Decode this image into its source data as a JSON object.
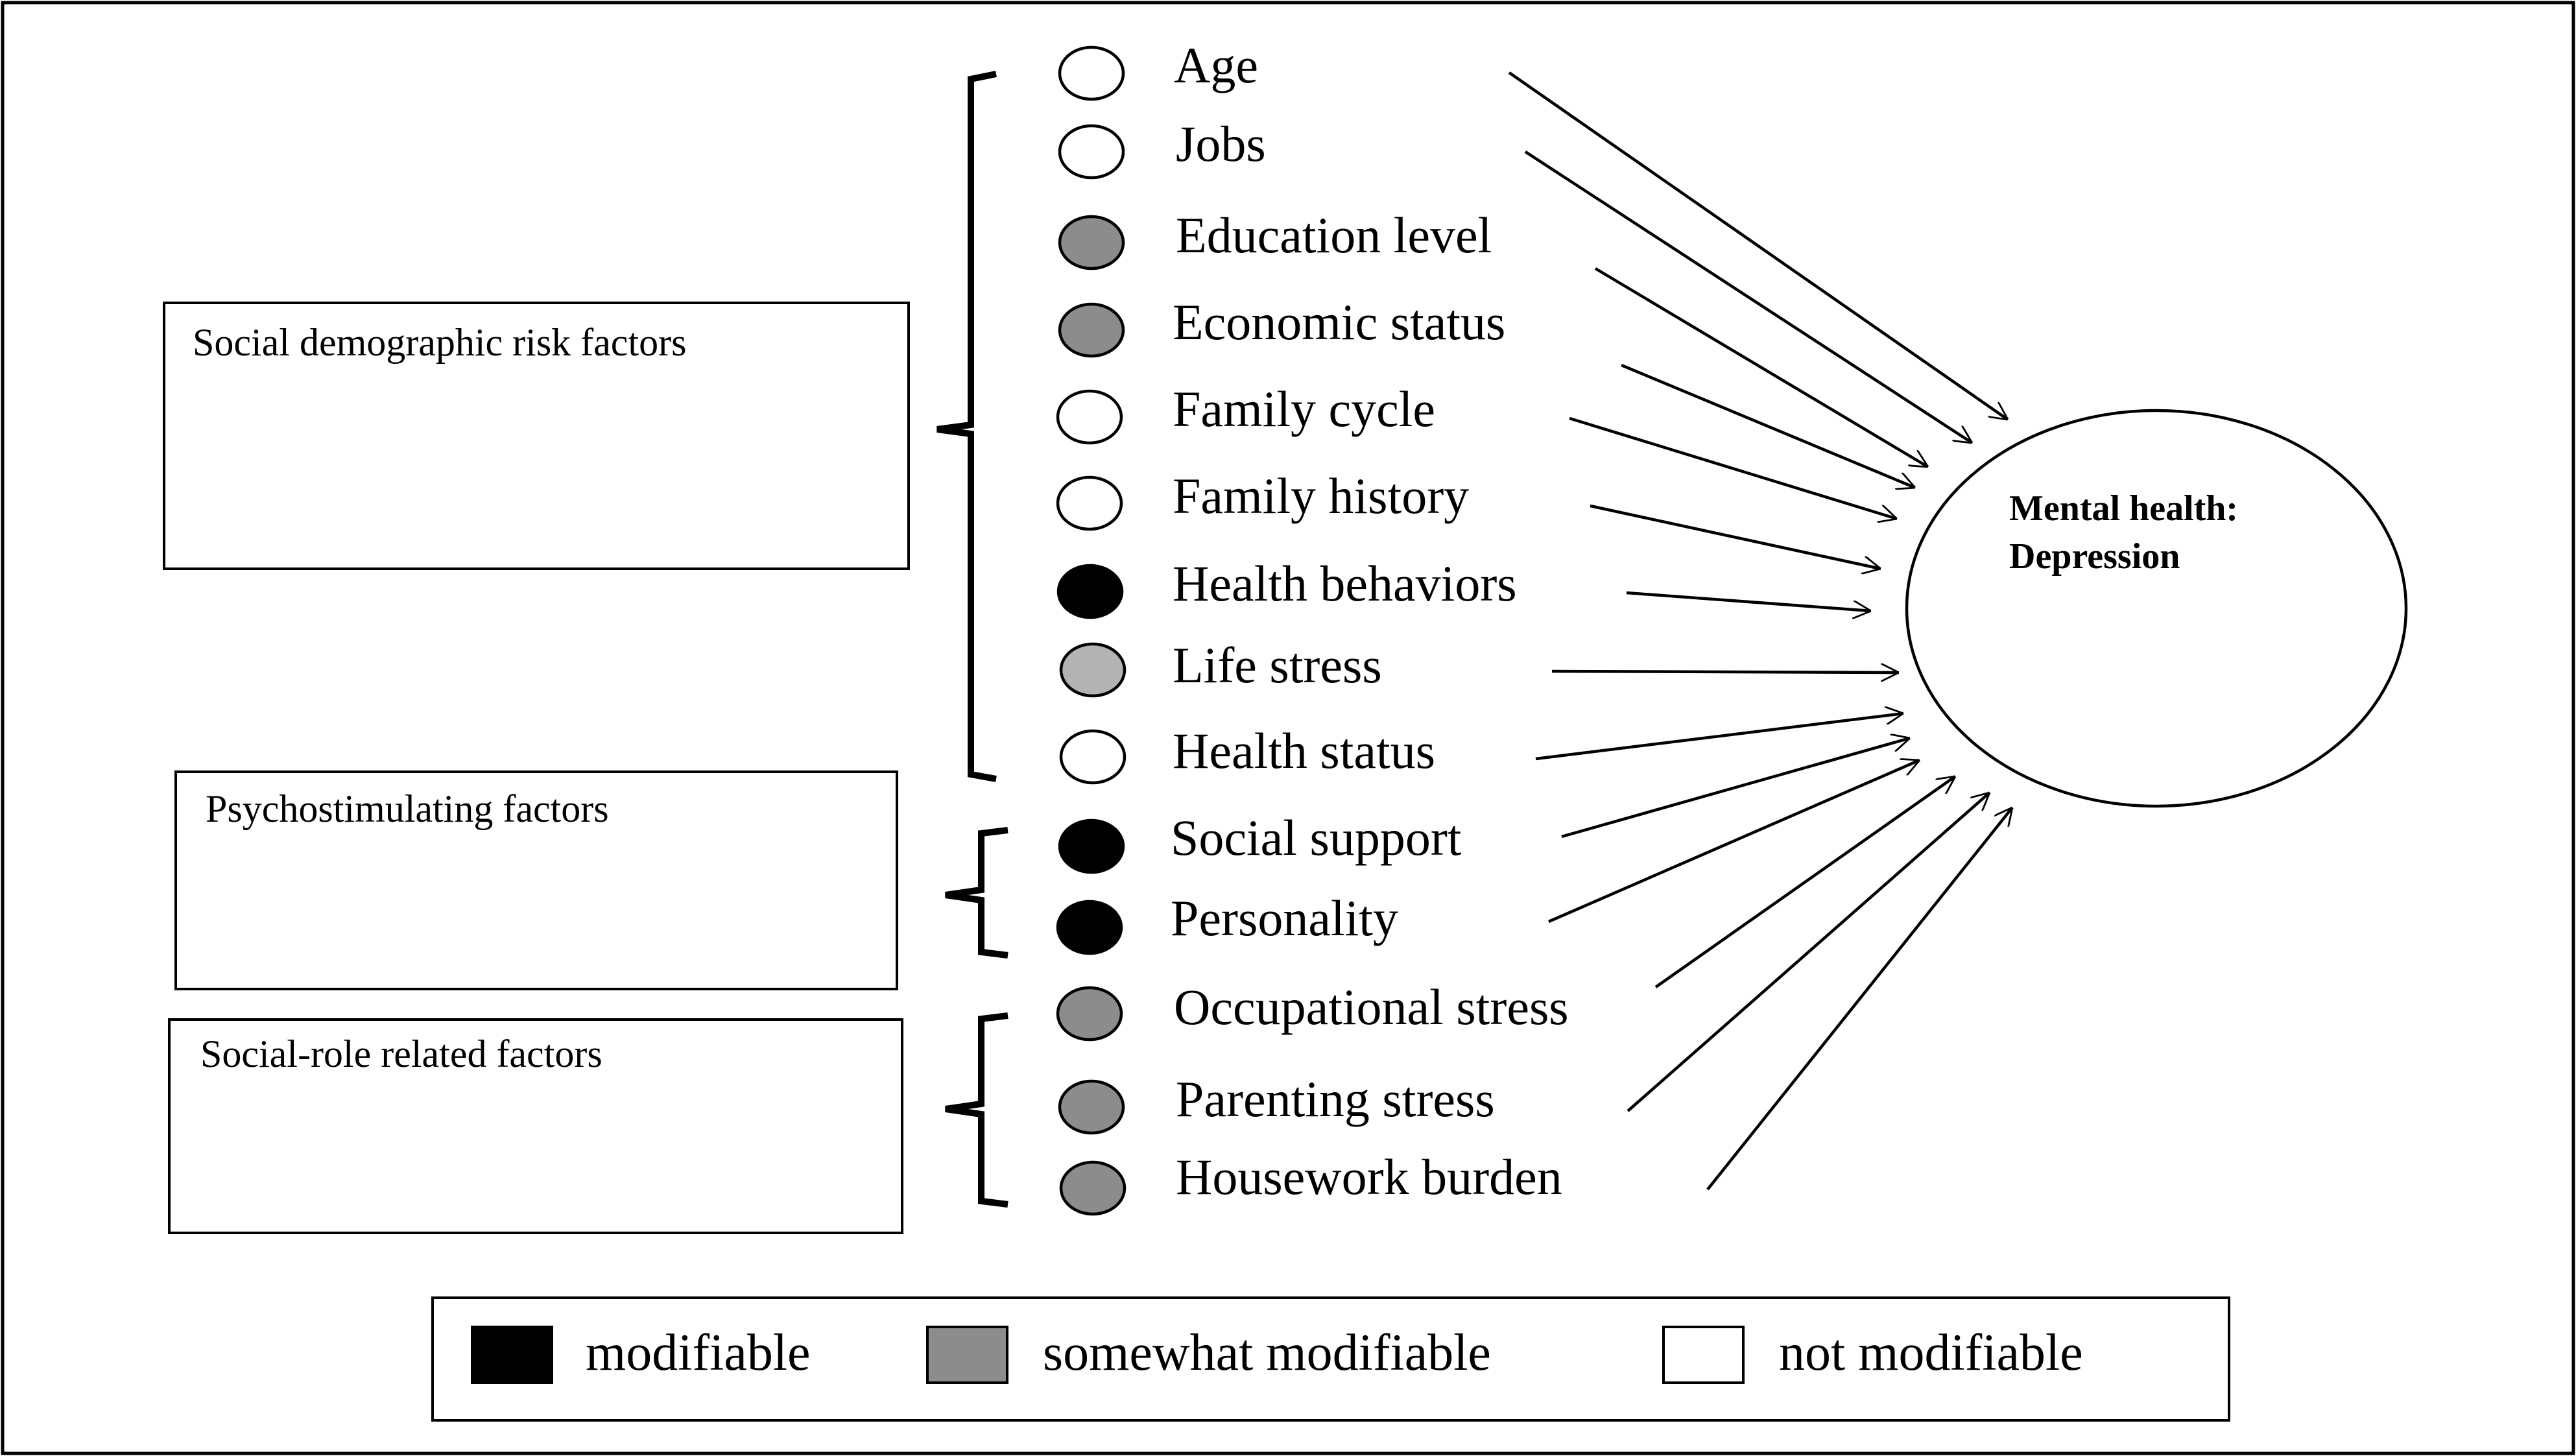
{
  "groups": [
    {
      "label": "Social demographic risk factors"
    },
    {
      "label": "Psychostimulating factors"
    },
    {
      "label": "Social-role related factors"
    }
  ],
  "factors": [
    {
      "label": "Age",
      "status": "not"
    },
    {
      "label": "Jobs",
      "status": "not"
    },
    {
      "label": "Education level",
      "status": "somewhat"
    },
    {
      "label": "Economic status",
      "status": "somewhat"
    },
    {
      "label": "Family cycle",
      "status": "not"
    },
    {
      "label": "Family history",
      "status": "not"
    },
    {
      "label": "Health behaviors",
      "status": "modifiable"
    },
    {
      "label": "Life stress",
      "status": "light"
    },
    {
      "label": "Health status",
      "status": "not"
    },
    {
      "label": "Social support",
      "status": "modifiable"
    },
    {
      "label": "Personality",
      "status": "modifiable"
    },
    {
      "label": "Occupational stress",
      "status": "somewhat"
    },
    {
      "label": "Parenting stress",
      "status": "somewhat"
    },
    {
      "label": "Housework burden",
      "status": "somewhat"
    }
  ],
  "outcome": {
    "line1": "Mental health:",
    "line2": "Depression"
  },
  "legend": [
    {
      "label": "modifiable",
      "color": "#000000"
    },
    {
      "label": "somewhat modifiable",
      "color": "#8c8c8c"
    },
    {
      "label": "not modifiable",
      "color": "#ffffff"
    }
  ],
  "colors": {
    "modifiable": "#000000",
    "somewhat": "#8c8c8c",
    "light": "#b3b3b3",
    "not": "#ffffff",
    "stroke": "#000000"
  }
}
